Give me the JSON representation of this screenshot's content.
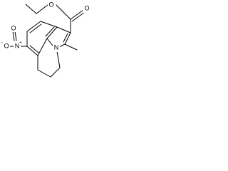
{
  "molecule": {
    "atoms": {
      "ester_oxygen_single": "O",
      "ester_oxygen_double": "O",
      "ring_nitrogen": "N",
      "nitro_nitrogen": "N",
      "nitro_nitrogen_charge": "+",
      "nitro_oxygen_anion": "O",
      "nitro_oxygen_anion_charge": "-",
      "nitro_oxygen_double": "O"
    }
  }
}
